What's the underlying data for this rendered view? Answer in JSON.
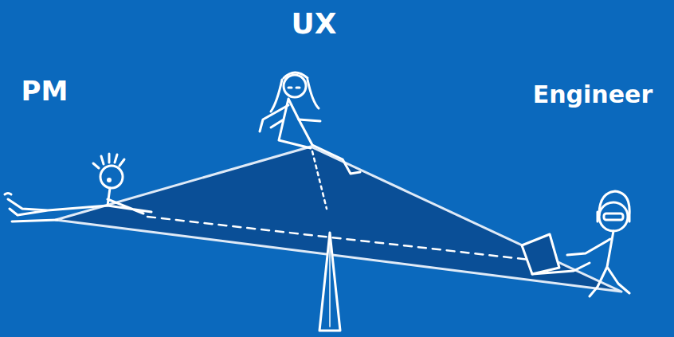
{
  "diagram": {
    "labels": [
      "UX",
      "PM",
      "Engineer"
    ]
  }
}
